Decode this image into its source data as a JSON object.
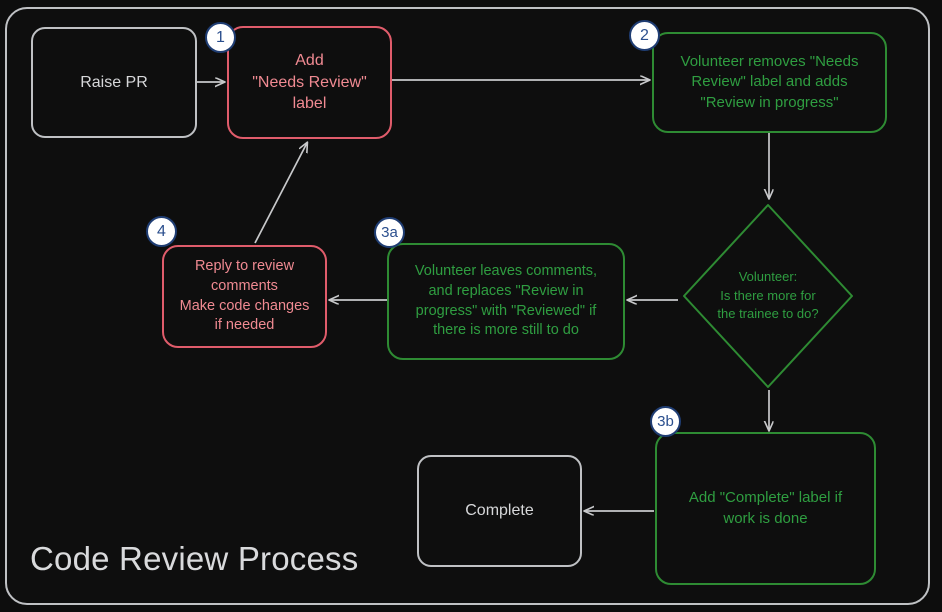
{
  "diagram": {
    "title": "Code Review Process",
    "colors": {
      "background": "#0d0d0d",
      "frame_border": "#bfc1c4",
      "red_border": "#e05c6b",
      "red_text": "#f08a92",
      "green_border": "#2e8b33",
      "green_text": "#2f9e41",
      "neutral_border": "#bfc1c4",
      "neutral_text": "#d7d8da",
      "badge_fill": "#ffffff",
      "badge_border": "#1f3d73",
      "badge_text": "#2b4f8e",
      "edge_line": "#c8c9cb"
    },
    "nodes": [
      {
        "id": "raise-pr",
        "label": "Raise PR",
        "style": "plain",
        "badge": null
      },
      {
        "id": "add-label",
        "label": "Add\n\"Needs Review\"\nlabel",
        "style": "red",
        "badge": "1"
      },
      {
        "id": "volunteer-takes",
        "label": "Volunteer removes \"Needs\nReview\" label and adds\n\"Review in progress\"",
        "style": "green",
        "badge": "2"
      },
      {
        "id": "decision",
        "label": "Volunteer:\nIs there more for\nthe trainee to do?",
        "style": "green-diamond",
        "badge": null
      },
      {
        "id": "leaves-comments",
        "label": "Volunteer leaves comments,\nand replaces \"Review in\nprogress\" with \"Reviewed\" if\nthere is more still to do",
        "style": "green",
        "badge": "3a"
      },
      {
        "id": "reply-comments",
        "label": "Reply to review\ncomments\nMake code changes\nif needed",
        "style": "red",
        "badge": "4"
      },
      {
        "id": "add-complete",
        "label": "Add \"Complete\" label if\nwork is done",
        "style": "green",
        "badge": "3b"
      },
      {
        "id": "complete",
        "label": "Complete",
        "style": "plain",
        "badge": null
      }
    ],
    "edges": [
      {
        "from": "raise-pr",
        "to": "add-label",
        "label": ""
      },
      {
        "from": "add-label",
        "to": "volunteer-takes",
        "label": ""
      },
      {
        "from": "volunteer-takes",
        "to": "decision",
        "label": ""
      },
      {
        "from": "decision",
        "to": "leaves-comments",
        "label": ""
      },
      {
        "from": "decision",
        "to": "add-complete",
        "label": ""
      },
      {
        "from": "leaves-comments",
        "to": "reply-comments",
        "label": ""
      },
      {
        "from": "reply-comments",
        "to": "add-label",
        "label": ""
      },
      {
        "from": "add-complete",
        "to": "complete",
        "label": ""
      }
    ],
    "badges": {
      "step1": "1",
      "step2": "2",
      "step3a": "3a",
      "step3b": "3b",
      "step4": "4"
    }
  }
}
